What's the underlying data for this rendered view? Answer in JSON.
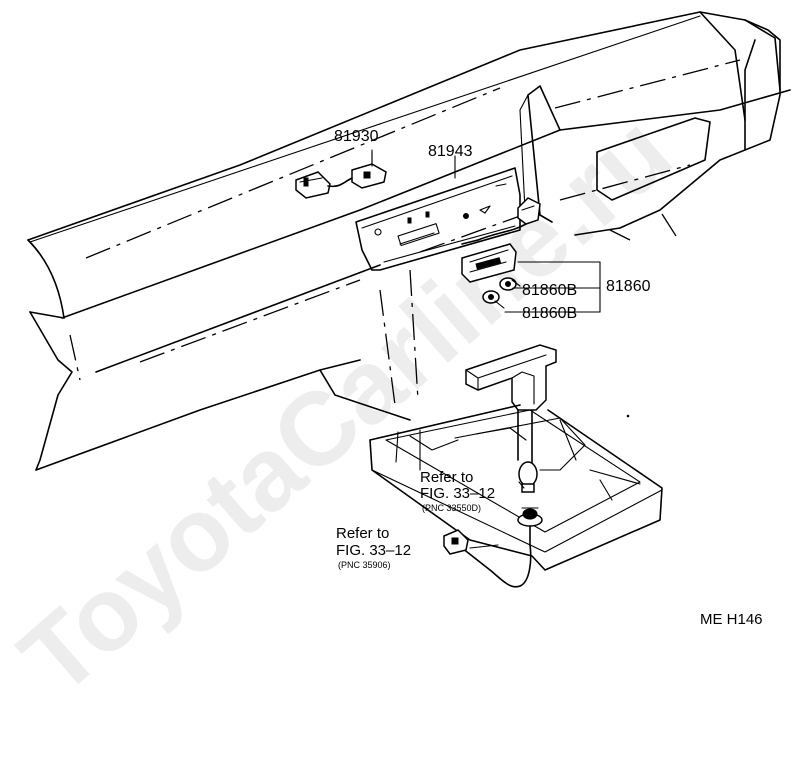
{
  "labels": {
    "p81930": "81930",
    "p81943": "81943",
    "p81860": "81860",
    "p81860b_upper": "81860B",
    "p81860b_lower": "81860B"
  },
  "references": {
    "upper": {
      "line1": "Refer to",
      "line2": "FIG. 33–12",
      "pnc": "(PNC 33550D)"
    },
    "lower": {
      "line1": "Refer to",
      "line2": "FIG. 33–12",
      "pnc": "(PNC 35906)"
    }
  },
  "diagram_code": "ME H146",
  "watermark": "ToyotaCarline.ru"
}
